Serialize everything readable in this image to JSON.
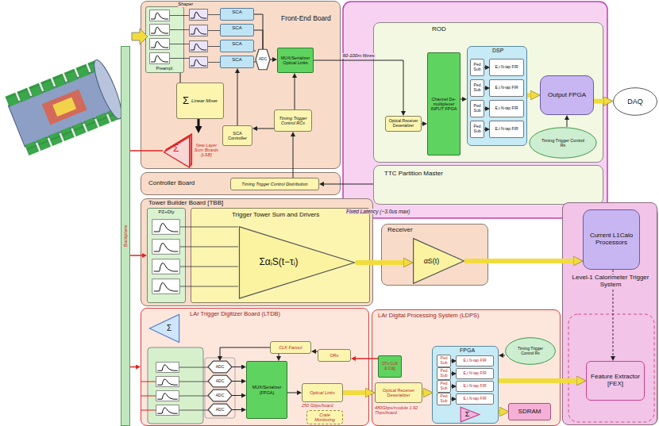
{
  "diagram": {
    "nodes": [
      {
        "text": [
          "Backplane"
        ]
      },
      {
        "text": [
          "Front-End Board"
        ]
      },
      {
        "text": [
          "Preampl."
        ],
        "in": 1
      },
      {
        "text": [
          "SCA"
        ],
        "in": 1
      },
      {
        "text": [
          "SCA"
        ],
        "in": 1
      },
      {
        "text": [
          "SCA"
        ],
        "in": 1
      },
      {
        "text": [
          "SCA"
        ],
        "in": 1
      },
      {
        "text": [
          "ADC"
        ],
        "in": 1
      },
      {
        "text": [
          "MUX/Serializer Optical Links"
        ],
        "in": 1
      },
      {
        "text": [
          "Σ",
          "Linear Mixer"
        ],
        "in": 1
      },
      {
        "text": [
          "Timing Trigger Control RCx"
        ],
        "in": 1
      },
      {
        "text": [
          "SCA Controller"
        ],
        "in": 1
      },
      {
        "text": [
          "Σ",
          "New Layer Sum Boards [LSB]"
        ],
        "in": 1
      },
      {
        "text": [
          "Controller Board"
        ]
      },
      {
        "text": [
          "Timing Trigger Control Distribution"
        ],
        "in": 13
      },
      {
        "text": [
          "ROD"
        ]
      },
      {
        "text": [
          "Optical Receiver Deserializer"
        ],
        "in": 15
      },
      {
        "text": [
          "Channel De-multiplexer INPUT FPGA"
        ],
        "in": 15
      },
      {
        "text": [
          "DSP"
        ],
        "in": 15
      },
      {
        "text": [
          "Ped Sub"
        ],
        "in": 18
      },
      {
        "text": [
          "E,t N-tap FIR"
        ],
        "in": 18
      },
      {
        "text": [
          "Ped Sub"
        ],
        "in": 18
      },
      {
        "text": [
          "E,t N-tap FIR"
        ],
        "in": 18
      },
      {
        "text": [
          "Ped Sub"
        ],
        "in": 18
      },
      {
        "text": [
          "E,t N-tap FIR"
        ],
        "in": 18
      },
      {
        "text": [
          "Ped Sub"
        ],
        "in": 18
      },
      {
        "text": [
          "E,t N-tap FIR"
        ],
        "in": 18
      },
      {
        "text": [
          "Output FPGA"
        ],
        "in": 15
      },
      {
        "text": [
          "Timing Trigger Control Rx"
        ],
        "in": 15
      },
      {
        "text": [
          "DAQ"
        ]
      },
      {
        "text": [
          "TTC Partition Master"
        ]
      },
      {
        "text": [
          "Tower Builder Board [TBB]"
        ]
      },
      {
        "text": [
          "PZ+Dly"
        ],
        "in": 31
      },
      {
        "text": [
          "Trigger Tower Sum and Drivers"
        ],
        "in": 31
      },
      {
        "text": [
          "ΣαᵢS(t−τᵢ)"
        ],
        "in": 33
      },
      {
        "text": [
          "Receiver"
        ]
      },
      {
        "text": [
          "αS(t)"
        ],
        "in": 35
      },
      {
        "text": [
          "Level-1 Calorimeter Trigger System"
        ]
      },
      {
        "text": [
          "Current L1Calo Processors"
        ],
        "in": 37
      },
      {
        "text": [
          "Feature Extractor [FEX]"
        ],
        "in": 37
      },
      {
        "text": [
          "LAr Trigger Digitizer Board (LTDB)"
        ]
      },
      {
        "text": [
          "Σ"
        ],
        "in": 40
      },
      {
        "text": [
          "ADC"
        ],
        "in": 40
      },
      {
        "text": [
          "ADC"
        ],
        "in": 40
      },
      {
        "text": [
          "ADC"
        ],
        "in": 40
      },
      {
        "text": [
          "ADC"
        ],
        "in": 40
      },
      {
        "text": [
          "CLK Fanout"
        ],
        "in": 40
      },
      {
        "text": [
          "ORx"
        ],
        "in": 40
      },
      {
        "text": [
          "MUX/Serializer (FPGA)"
        ],
        "in": 40
      },
      {
        "text": [
          "Optical Links"
        ],
        "in": 40
      },
      {
        "text": [
          "Crate Monitoring"
        ],
        "in": 40
      },
      {
        "text": [
          "LAr Digital Processing System (LDPS)"
        ]
      },
      {
        "text": [
          "OTx CLK & Ctlg"
        ],
        "in": 51
      },
      {
        "text": [
          "Optical Receiver Deserializer"
        ],
        "in": 51
      },
      {
        "text": [
          "FPGA"
        ],
        "in": 51
      },
      {
        "text": [
          "Ped Sub"
        ],
        "in": 54
      },
      {
        "text": [
          "E,t N-tap FIR"
        ],
        "in": 54
      },
      {
        "text": [
          "Ped Sub"
        ],
        "in": 54
      },
      {
        "text": [
          "E,t N-tap FIR"
        ],
        "in": 54
      },
      {
        "text": [
          "Ped Sub"
        ],
        "in": 54
      },
      {
        "text": [
          "E,t N-tap FIR"
        ],
        "in": 54
      },
      {
        "text": [
          "Ped Sub"
        ],
        "in": 54
      },
      {
        "text": [
          "E,t N-tap FIR"
        ],
        "in": 54
      },
      {
        "text": [
          "Σ"
        ],
        "in": 54
      },
      {
        "text": [
          "Timing Trigger Control Rx"
        ],
        "in": 51
      },
      {
        "text": [
          "SDRAM"
        ],
        "in": 51
      }
    ],
    "edges": [
      {
        "from": 8,
        "to": 16,
        "arrow": "to",
        "label": "60-100m fibres"
      },
      {
        "from": 16,
        "to": 17,
        "arrow": "to"
      },
      {
        "from": 17,
        "to": 18,
        "arrow": "to"
      },
      {
        "from": 18,
        "to": 27,
        "arrow": "to"
      },
      {
        "from": 28,
        "to": 27,
        "arrow": "to"
      },
      {
        "from": 27,
        "to": 29,
        "arrow": "to"
      },
      {
        "from": 30,
        "to": 14,
        "arrow": "to"
      },
      {
        "from": 14,
        "to": 10,
        "arrow": "to"
      },
      {
        "from": 10,
        "to": 11,
        "arrow": "to"
      },
      {
        "from": 10,
        "to": 8,
        "arrow": "to"
      },
      {
        "from": 11,
        "to": 6,
        "arrow": "to"
      },
      {
        "from": 3,
        "to": 7,
        "arrow": "none"
      },
      {
        "from": 4,
        "to": 7,
        "arrow": "none"
      },
      {
        "from": 5,
        "to": 7,
        "arrow": "none"
      },
      {
        "from": 6,
        "to": 7,
        "arrow": "none"
      },
      {
        "from": 7,
        "to": 8,
        "arrow": "to"
      },
      {
        "from": 2,
        "to": 9,
        "arrow": "none"
      },
      {
        "from": 9,
        "to": 12,
        "arrow": "to"
      },
      {
        "from": 12,
        "to": 0,
        "arrow": "none"
      },
      {
        "from": 0,
        "to": 32,
        "arrow": "to"
      },
      {
        "from": 0,
        "to": 40,
        "arrow": "to"
      },
      {
        "from": 34,
        "to": 36,
        "arrow": "to"
      },
      {
        "from": 36,
        "to": 38,
        "arrow": "to"
      },
      {
        "from": 38,
        "to": 39,
        "arrow": "to"
      },
      {
        "from": 49,
        "to": 53,
        "arrow": "to"
      },
      {
        "from": 48,
        "to": 49,
        "arrow": "to"
      },
      {
        "from": 42,
        "to": 48,
        "arrow": "to"
      },
      {
        "from": 43,
        "to": 48,
        "arrow": "to"
      },
      {
        "from": 44,
        "to": 48,
        "arrow": "to"
      },
      {
        "from": 45,
        "to": 48,
        "arrow": "to"
      },
      {
        "from": 46,
        "to": 48,
        "arrow": "to"
      },
      {
        "from": 47,
        "to": 46,
        "arrow": "to"
      },
      {
        "from": 52,
        "to": 47,
        "arrow": "to"
      },
      {
        "from": 46,
        "to": 42,
        "arrow": "to"
      },
      {
        "from": 53,
        "to": 54,
        "arrow": "to"
      },
      {
        "from": 54,
        "to": 65,
        "arrow": "to"
      },
      {
        "from": 54,
        "to": 39,
        "arrow": "to"
      },
      {
        "from": 64,
        "to": 54,
        "arrow": "to"
      },
      {
        "from": 19,
        "to": 20,
        "arrow": "to"
      },
      {
        "from": 21,
        "to": 22,
        "arrow": "to"
      },
      {
        "from": 23,
        "to": 24,
        "arrow": "to"
      },
      {
        "from": 25,
        "to": 26,
        "arrow": "to"
      },
      {
        "from": 55,
        "to": 56,
        "arrow": "to"
      },
      {
        "from": 57,
        "to": 58,
        "arrow": "to"
      },
      {
        "from": 59,
        "to": 60,
        "arrow": "to"
      },
      {
        "from": 61,
        "to": 62,
        "arrow": "to"
      }
    ],
    "labels": [
      "Shaper",
      "Fixed Latency (~3.0us max)",
      "250 Gbps/board",
      "480Gbps/module 1.92 Tbps/board"
    ]
  }
}
